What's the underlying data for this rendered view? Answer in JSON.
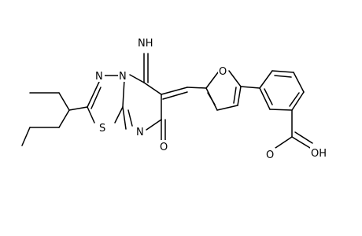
{
  "atoms": [
    {
      "id": "NH",
      "label": "NH"
    },
    {
      "id": "N_left",
      "label": "N"
    },
    {
      "id": "N_ring",
      "label": "N"
    },
    {
      "id": "S",
      "label": "S"
    },
    {
      "id": "N_low",
      "label": "N"
    },
    {
      "id": "O_ketone",
      "label": "O"
    },
    {
      "id": "O_furan",
      "label": "O"
    },
    {
      "id": "O_acid",
      "label": "O"
    },
    {
      "id": "OH",
      "label": "OH"
    }
  ]
}
